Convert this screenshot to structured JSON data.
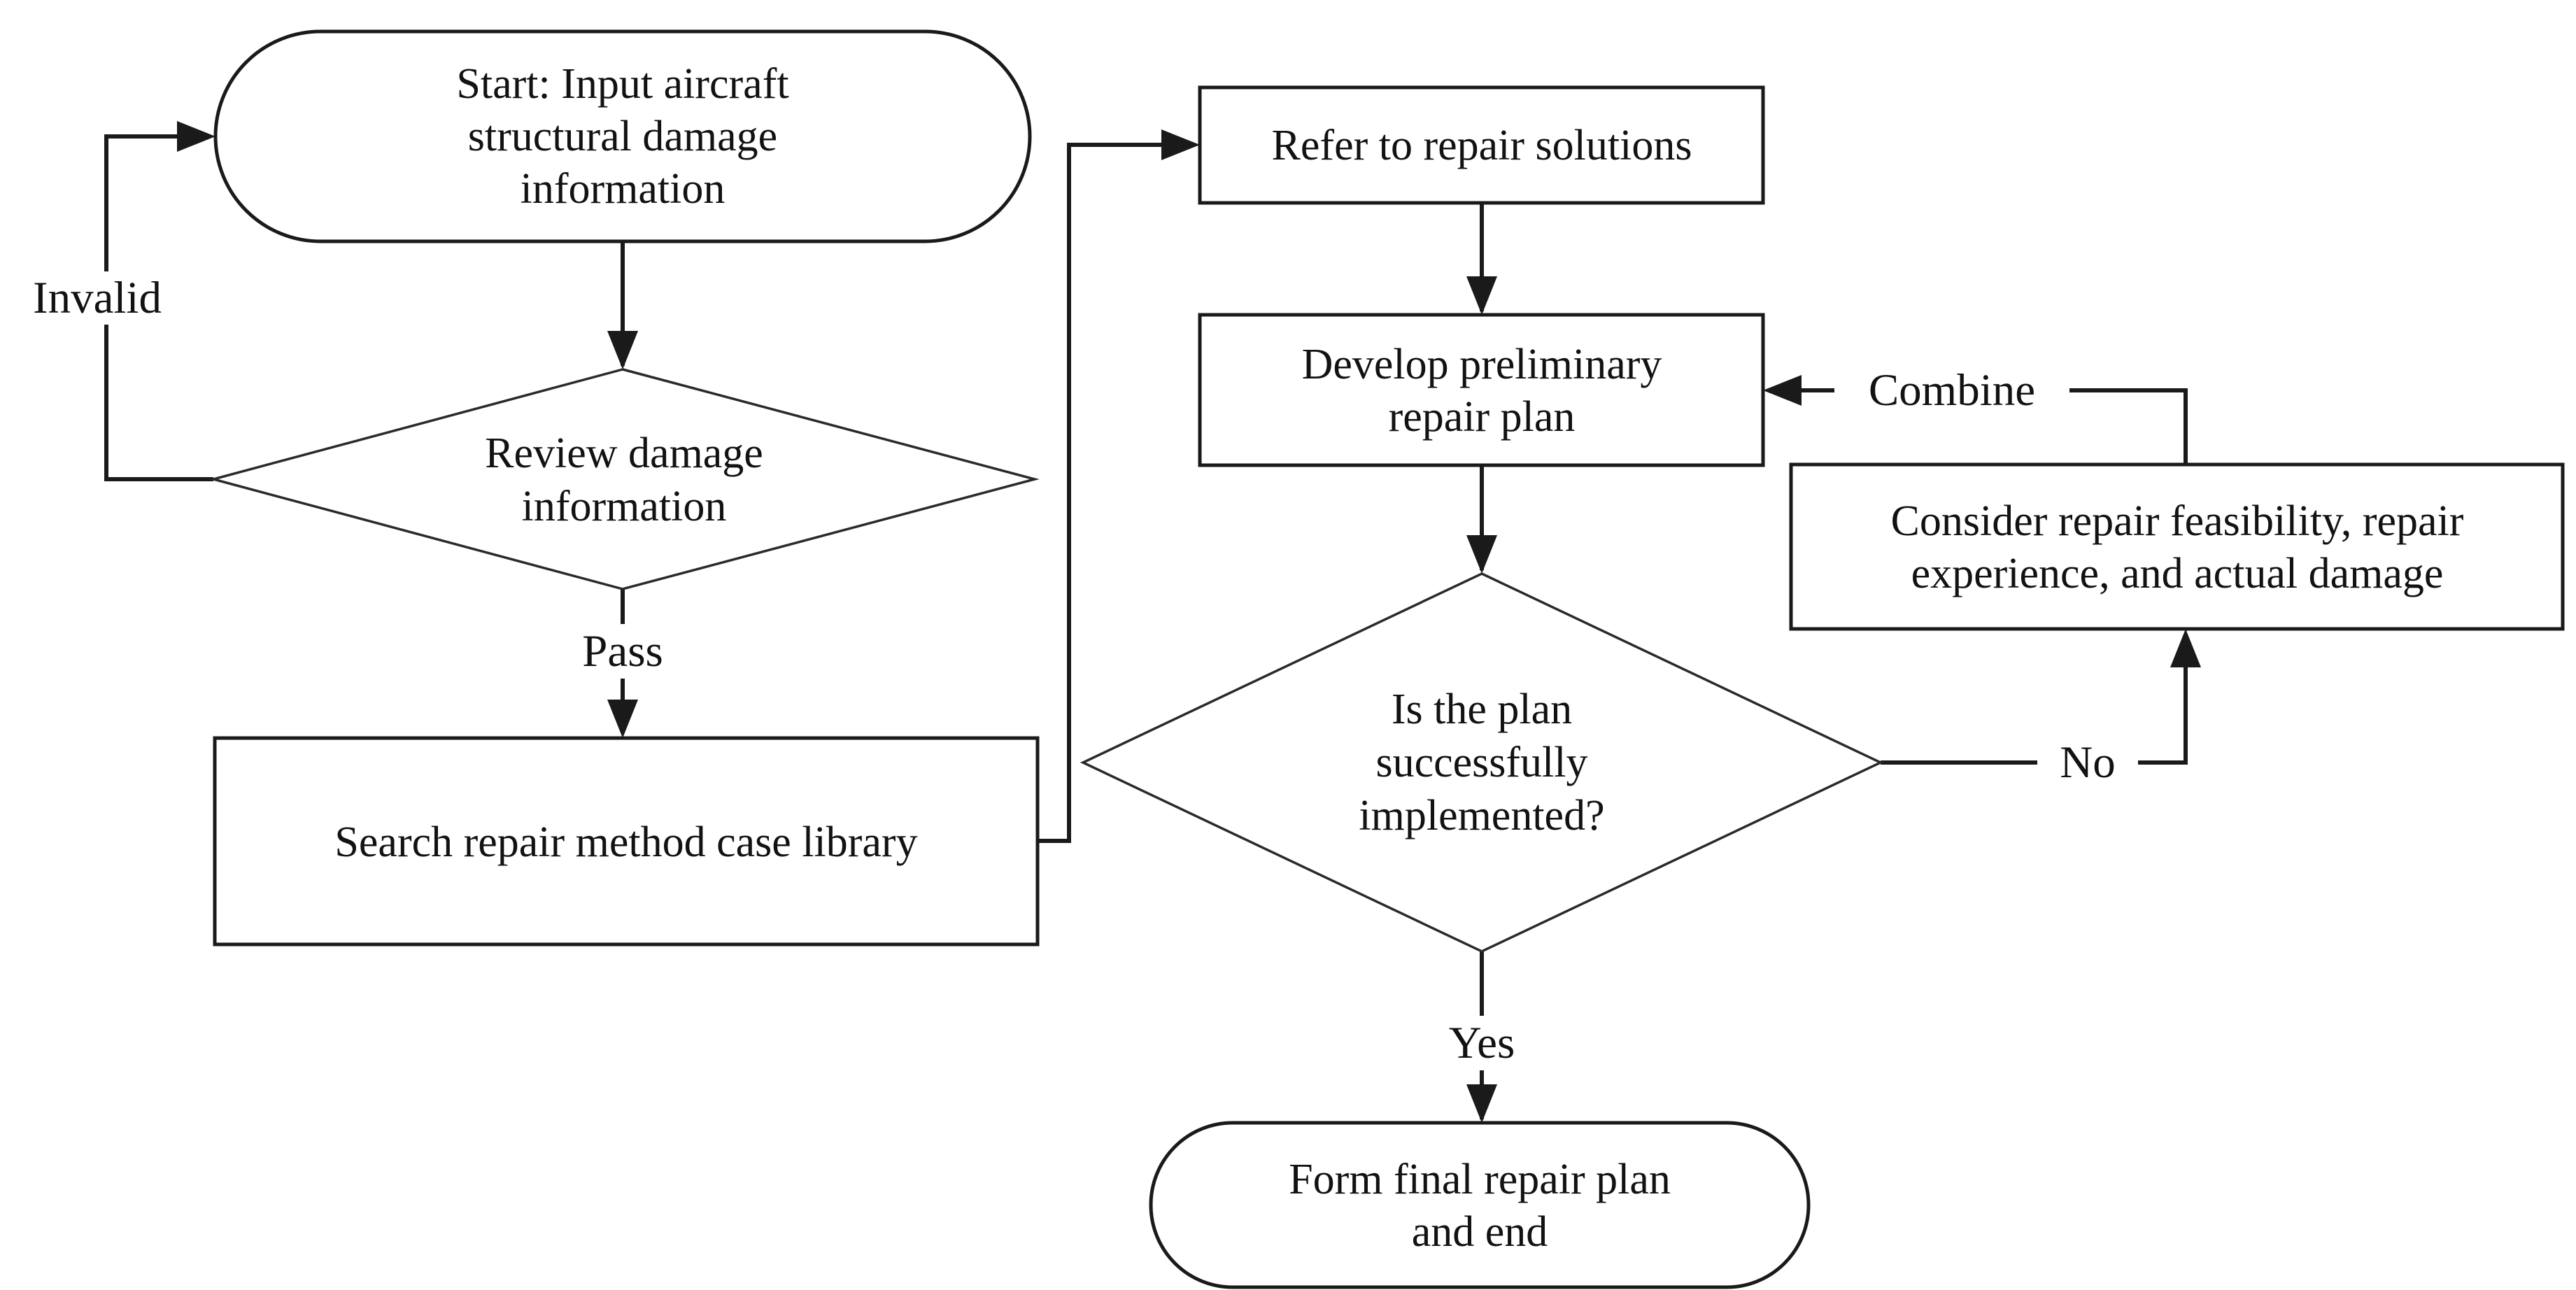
{
  "colors": {
    "background": "#ffffff",
    "line": "#1a1a1a",
    "text": "#121212",
    "node_fill": "#ffffff"
  },
  "nodes": {
    "start": {
      "shape": "stadium",
      "lines": [
        "Start: Input aircraft",
        "structural damage",
        "information"
      ]
    },
    "review_damage": {
      "shape": "decision",
      "lines": [
        "Review damage",
        "information"
      ]
    },
    "search_library": {
      "shape": "process",
      "lines": [
        "Search repair method case library"
      ]
    },
    "refer_solutions": {
      "shape": "process",
      "lines": [
        "Refer to repair solutions"
      ]
    },
    "develop_plan": {
      "shape": "process",
      "lines": [
        "Develop preliminary",
        "repair plan"
      ]
    },
    "plan_implemented": {
      "shape": "decision",
      "lines": [
        "Is the plan",
        "successfully",
        "implemented?"
      ]
    },
    "consider_factors": {
      "shape": "process",
      "lines": [
        "Consider repair feasibility, repair",
        "experience, and actual damage"
      ]
    },
    "final_plan": {
      "shape": "stadium",
      "lines": [
        "Form final repair plan",
        "and end"
      ]
    }
  },
  "labels": {
    "invalid": "Invalid",
    "pass": "Pass",
    "no": "No",
    "yes": "Yes",
    "combine": "Combine"
  }
}
